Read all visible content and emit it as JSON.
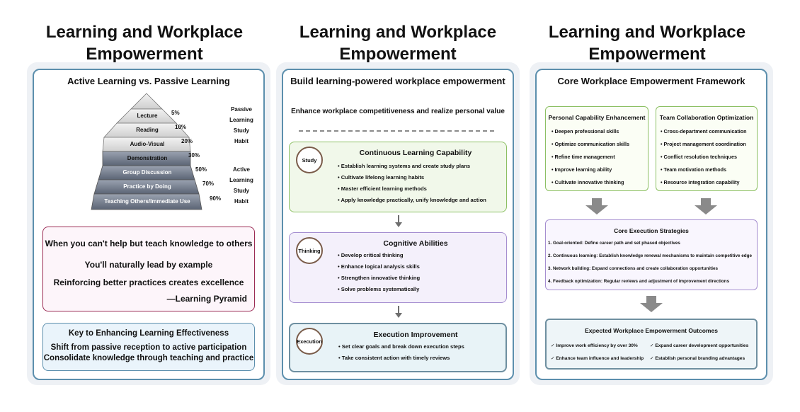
{
  "columns": [
    {
      "title_line1": "Learning and Workplace",
      "title_line2": "Empowerment"
    },
    {
      "title_line1": "Learning and Workplace",
      "title_line2": "Empowerment"
    },
    {
      "title_line1": "Learning and Workplace",
      "title_line2": "Empowerment"
    }
  ],
  "left": {
    "panel_title": "Active Learning vs. Passive Learning",
    "pyramid": [
      {
        "label": "Lecture",
        "pct": "5%"
      },
      {
        "label": "Reading",
        "pct": "10%"
      },
      {
        "label": "Audio-Visual",
        "pct": "20%"
      },
      {
        "label": "Demonstration",
        "pct": "30%"
      },
      {
        "label": "Group Discussion",
        "pct": "50%"
      },
      {
        "label": "Practice by Doing",
        "pct": "70%"
      },
      {
        "label": "Teaching Others/Immediate Use",
        "pct": "90%"
      }
    ],
    "passive_habit": [
      "Passive",
      "Learning",
      "Study",
      "Habit"
    ],
    "active_habit": [
      "Active",
      "Learning",
      "Study",
      "Habit"
    ],
    "quote": {
      "line1": "When you can't help but teach knowledge to others",
      "line2": "You'll naturally lead by example",
      "line3": "Reinforcing better practices creates excellence",
      "attribution": "—Learning Pyramid"
    },
    "key": {
      "title": "Key to Enhancing Learning Effectiveness",
      "line1": "Shift from passive reception to active participation",
      "line2": "Consolidate knowledge through teaching and practice"
    }
  },
  "middle": {
    "panel_title": "Build learning-powered workplace empowerment",
    "subtitle": "Enhance workplace competitiveness and realize personal value",
    "cards": [
      {
        "circle": "Study",
        "title": "Continuous Learning Capability",
        "items": [
          "Establish learning systems and create study plans",
          "Cultivate lifelong learning habits",
          "Master efficient learning methods",
          "Apply knowledge practically, unify knowledge and action"
        ]
      },
      {
        "circle": "Thinking",
        "title": "Cognitive Abilities",
        "items": [
          "Develop critical thinking",
          "Enhance logical analysis skills",
          "Strengthen innovative thinking",
          "Solve problems systematically"
        ]
      },
      {
        "circle": "Execution",
        "title": "Execution Improvement",
        "items": [
          "Set clear goals and break down execution steps",
          "Take consistent action with timely reviews"
        ]
      }
    ]
  },
  "right": {
    "panel_title": "Core Workplace Empowerment Framework",
    "personal": {
      "title": "Personal Capability Enhancement",
      "items": [
        "Deepen professional skills",
        "Optimize communication skills",
        "Refine time management",
        "Improve learning ability",
        "Cultivate innovative thinking"
      ]
    },
    "team": {
      "title": "Team Collaboration Optimization",
      "items": [
        "Cross-department communication",
        "Project management coordination",
        "Conflict resolution techniques",
        "Team motivation methods",
        "Resource integration capability"
      ]
    },
    "strategies": {
      "title": "Core Execution Strategies",
      "items": [
        "1. Goal-oriented: Define career path and set phased objectives",
        "2. Continuous learning: Establish knowledge renewal mechanisms to maintain competitive edge",
        "3. Network building: Expand connections and create collaboration opportunities",
        "4. Feedback optimization: Regular reviews and adjustment of improvement directions"
      ]
    },
    "outcomes": {
      "title": "Expected Workplace Empowerment Outcomes",
      "items": [
        "✓ Improve work efficiency by over 30%",
        "✓ Expand career development opportunities",
        "✓ Enhance team influence and leadership",
        "✓ Establish personal branding advantages"
      ]
    }
  },
  "colors": {
    "panel_border": "#5c8fad",
    "outer_bg": "#eef1f5",
    "quote_border": "#9b2c55",
    "study_bg": "#f1f8ea",
    "study_border": "#8cc063",
    "thinking_bg": "#f4f0fb",
    "thinking_border": "#a58ed0",
    "execution_bg": "#e8f3f7",
    "execution_border": "#6e8fa0",
    "arrow": "#808080"
  }
}
